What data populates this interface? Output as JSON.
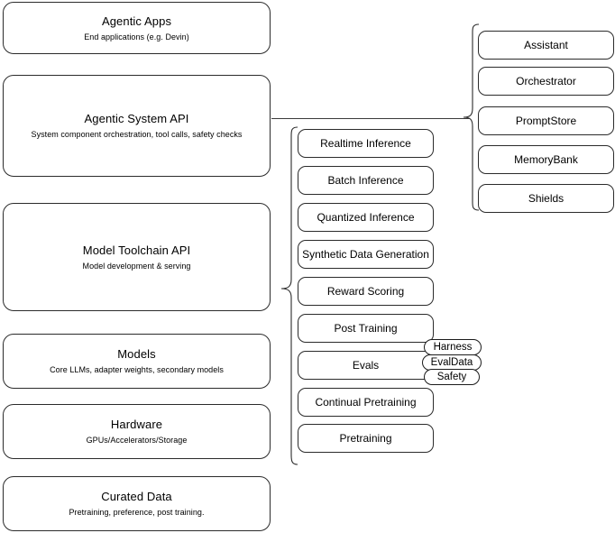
{
  "diagram": {
    "type": "layered-architecture-stack",
    "layers": [
      {
        "id": "agentic-apps",
        "title": "Agentic Apps",
        "subtitle": "End applications (e.g. Devin)"
      },
      {
        "id": "agentic-system-api",
        "title": "Agentic System API",
        "subtitle": "System component orchestration, tool calls, safety checks"
      },
      {
        "id": "model-toolchain-api",
        "title": "Model Toolchain API",
        "subtitle": "Model development & serving"
      },
      {
        "id": "models",
        "title": "Models",
        "subtitle": "Core LLMs, adapter weights, secondary models"
      },
      {
        "id": "hardware",
        "title": "Hardware",
        "subtitle": "GPUs/Accelerators/Storage"
      },
      {
        "id": "curated-data",
        "title": "Curated Data",
        "subtitle": "Pretraining, preference, post training."
      }
    ],
    "toolchain_components": [
      {
        "id": "realtime-inference",
        "label": "Realtime Inference"
      },
      {
        "id": "batch-inference",
        "label": "Batch Inference"
      },
      {
        "id": "quantized-inference",
        "label": "Quantized Inference"
      },
      {
        "id": "synthetic-data-generation",
        "label": "Synthetic Data Generation"
      },
      {
        "id": "reward-scoring",
        "label": "Reward Scoring"
      },
      {
        "id": "post-training",
        "label": "Post Training"
      },
      {
        "id": "evals",
        "label": "Evals"
      },
      {
        "id": "continual-pretraining",
        "label": "Continual Pretraining"
      },
      {
        "id": "pretraining",
        "label": "Pretraining"
      }
    ],
    "system_components": [
      {
        "id": "assistant",
        "label": "Assistant"
      },
      {
        "id": "orchestrator",
        "label": "Orchestrator"
      },
      {
        "id": "promptstore",
        "label": "PromptStore"
      },
      {
        "id": "memorybank",
        "label": "MemoryBank"
      },
      {
        "id": "shields",
        "label": "Shields"
      }
    ],
    "evals_subcomponents": [
      {
        "id": "harness",
        "label": "Harness"
      },
      {
        "id": "evaldata",
        "label": "EvalData"
      },
      {
        "id": "safety",
        "label": "Safety"
      }
    ],
    "colors": {
      "background": "#ffffff",
      "box_fill": "#ffffff",
      "box_stroke": "#2b2b2b",
      "text": "#000000",
      "connector": "#3a3a3a"
    }
  }
}
